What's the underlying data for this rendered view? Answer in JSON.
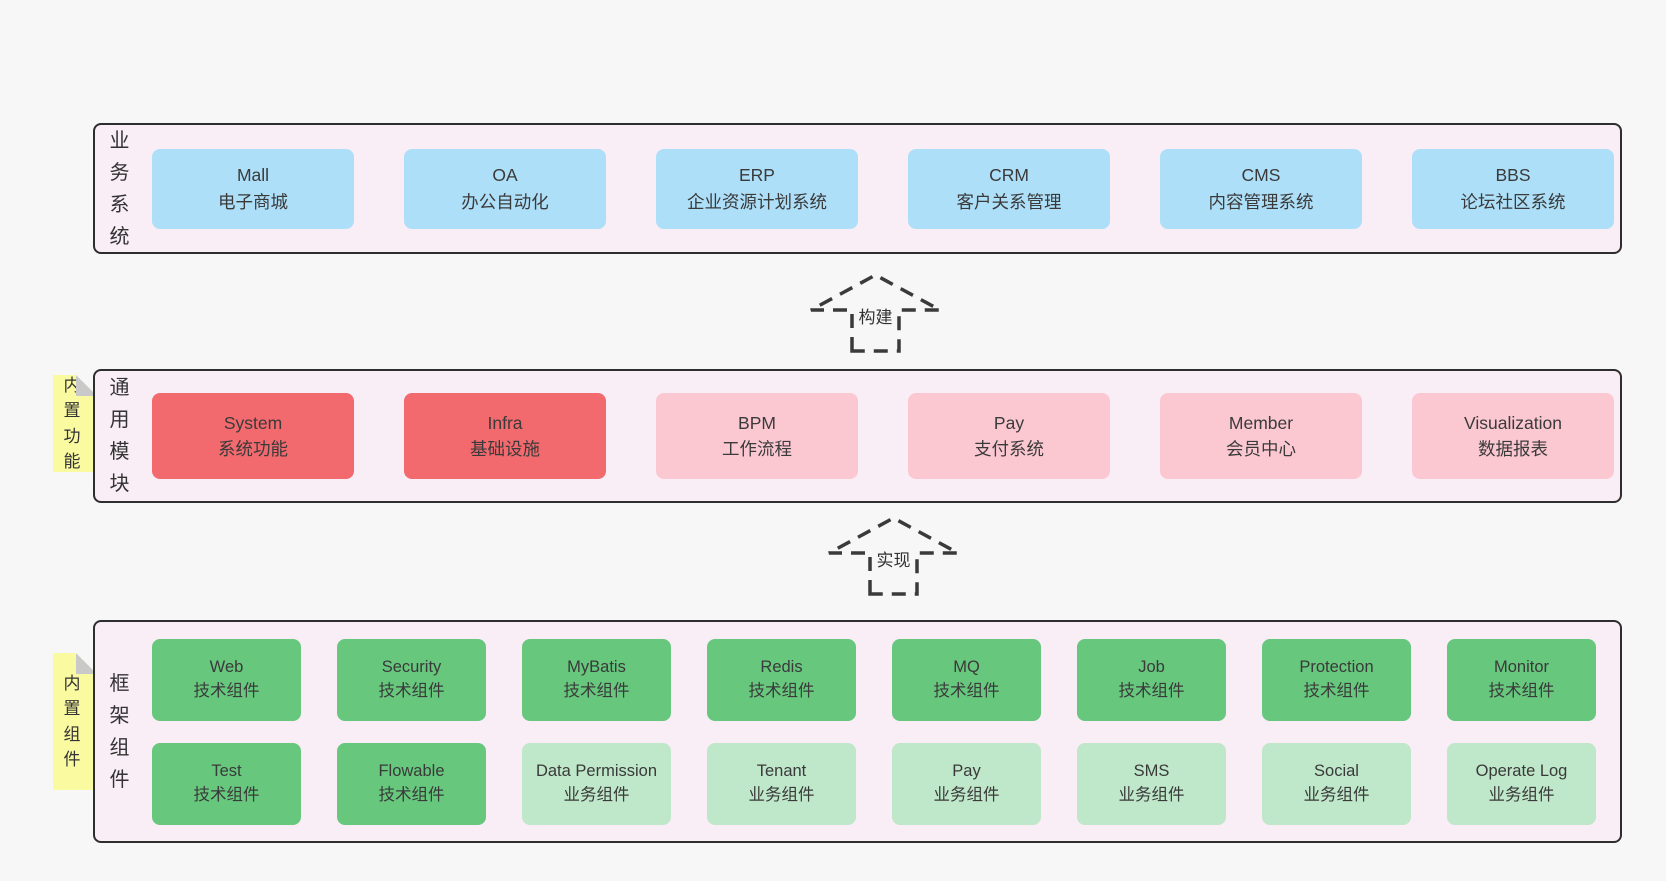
{
  "colors": {
    "page_background": "#f7f7f7",
    "layer_background": "#f9edf6",
    "layer_border": "#2e2e2e",
    "blue_box": "#aedff8",
    "red_box": "#f2696e",
    "pink_box": "#fbc8d2",
    "green_box": "#66c77d",
    "lightgreen_box": "#bfe7c9",
    "sticky_note": "#fafaa1",
    "note_fold": "#c9c9c9",
    "arrow_stroke": "#3a3a3a",
    "text": "#3a3a3a"
  },
  "arrows": [
    {
      "label": "构建"
    },
    {
      "label": "实现"
    }
  ],
  "layers": {
    "business": {
      "label": "业务系统",
      "boxes": [
        {
          "name": "Mall",
          "desc": "电子商城"
        },
        {
          "name": "OA",
          "desc": "办公自动化"
        },
        {
          "name": "ERP",
          "desc": "企业资源计划系统"
        },
        {
          "name": "CRM",
          "desc": "客户关系管理"
        },
        {
          "name": "CMS",
          "desc": "内容管理系统"
        },
        {
          "name": "BBS",
          "desc": "论坛社区系统"
        }
      ]
    },
    "modules": {
      "label": "通用模块",
      "note": "内置功能",
      "boxes": [
        {
          "name": "System",
          "desc": "系统功能",
          "variant": "red"
        },
        {
          "name": "Infra",
          "desc": "基础设施",
          "variant": "red"
        },
        {
          "name": "BPM",
          "desc": "工作流程",
          "variant": "pink"
        },
        {
          "name": "Pay",
          "desc": "支付系统",
          "variant": "pink"
        },
        {
          "name": "Member",
          "desc": "会员中心",
          "variant": "pink"
        },
        {
          "name": "Visualization",
          "desc": "数据报表",
          "variant": "pink"
        }
      ]
    },
    "components": {
      "label": "框架组件",
      "note": "内置组件",
      "row1": [
        {
          "name": "Web",
          "desc": "技术组件",
          "variant": "green"
        },
        {
          "name": "Security",
          "desc": "技术组件",
          "variant": "green"
        },
        {
          "name": "MyBatis",
          "desc": "技术组件",
          "variant": "green"
        },
        {
          "name": "Redis",
          "desc": "技术组件",
          "variant": "green"
        },
        {
          "name": "MQ",
          "desc": "技术组件",
          "variant": "green"
        },
        {
          "name": "Job",
          "desc": "技术组件",
          "variant": "green"
        },
        {
          "name": "Protection",
          "desc": "技术组件",
          "variant": "green"
        },
        {
          "name": "Monitor",
          "desc": "技术组件",
          "variant": "green"
        }
      ],
      "row2": [
        {
          "name": "Test",
          "desc": "技术组件",
          "variant": "green"
        },
        {
          "name": "Flowable",
          "desc": "技术组件",
          "variant": "green"
        },
        {
          "name": "Data Permission",
          "desc": "业务组件",
          "variant": "lightgreen"
        },
        {
          "name": "Tenant",
          "desc": "业务组件",
          "variant": "lightgreen"
        },
        {
          "name": "Pay",
          "desc": "业务组件",
          "variant": "lightgreen"
        },
        {
          "name": "SMS",
          "desc": "业务组件",
          "variant": "lightgreen"
        },
        {
          "name": "Social",
          "desc": "业务组件",
          "variant": "lightgreen"
        },
        {
          "name": "Operate Log",
          "desc": "业务组件",
          "variant": "lightgreen"
        }
      ]
    }
  }
}
